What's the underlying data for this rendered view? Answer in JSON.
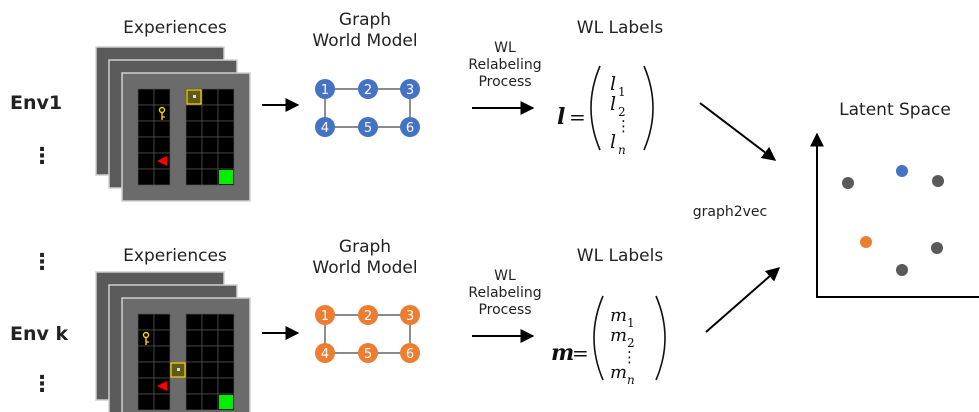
{
  "rows": [
    {
      "env_label": "Env1",
      "experiences_label": "Experiences",
      "graph_title_line1": "Graph",
      "graph_title_line2": "World Model",
      "process_line1": "WL",
      "process_line2": "Relabeling",
      "process_line3": "Process",
      "labels_title": "WL Labels",
      "vector_symbol": "l",
      "vector_entries": [
        "1",
        "2",
        "n"
      ],
      "node_labels": [
        "1",
        "2",
        "3",
        "4",
        "5",
        "6"
      ],
      "node_color": "#4472c4"
    },
    {
      "env_label": "Env k",
      "experiences_label": "Experiences",
      "graph_title_line1": "Graph",
      "graph_title_line2": "World Model",
      "process_line1": "WL",
      "process_line2": "Relabeling",
      "process_line3": "Process",
      "labels_title": "WL Labels",
      "vector_symbol": "m",
      "vector_entries": [
        "1",
        "2",
        "n"
      ],
      "node_labels": [
        "1",
        "2",
        "3",
        "4",
        "5",
        "6"
      ],
      "node_color": "#ed7d31"
    }
  ],
  "embedding_label": "graph2vec",
  "latent_title": "Latent Space",
  "vertical_ellipsis": "⋮",
  "colors": {
    "env1": "#4472c4",
    "envk": "#ed7d31",
    "other_points": "#595959",
    "grid_background": "#6b6b6b",
    "goal": "#00ee00",
    "key": "#ffd500",
    "agent": "#ff0000"
  },
  "latent_points": [
    {
      "group": "other"
    },
    {
      "group": "env1"
    },
    {
      "group": "other"
    },
    {
      "group": "envk"
    },
    {
      "group": "other"
    },
    {
      "group": "other"
    }
  ]
}
